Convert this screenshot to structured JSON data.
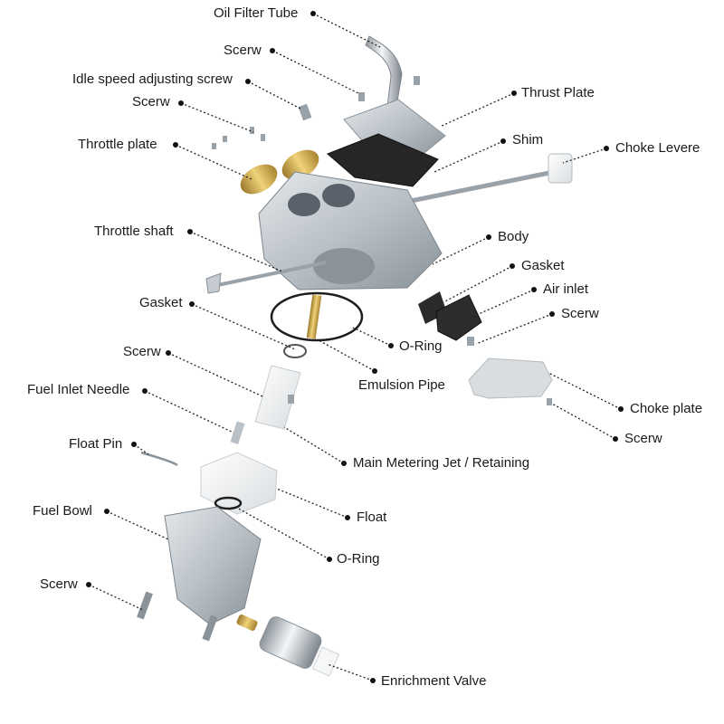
{
  "diagram": {
    "labels": {
      "oil_filter_tube": "Oil Filter Tube",
      "scerw_top": "Scerw",
      "idle_speed_screw": "Idle speed adjusting screw",
      "scerw_upper_left": "Scerw",
      "throttle_plate": "Throttle plate",
      "thrust_plate": "Thrust Plate",
      "shim": "Shim",
      "choke_levere": "Choke Levere",
      "throttle_shaft": "Throttle shaft",
      "body": "Body",
      "gasket_right": "Gasket",
      "air_inlet": "Air inlet",
      "scerw_right": "Scerw",
      "gasket_left": "Gasket",
      "o_ring_center": "O-Ring",
      "scerw_mid_left": "Scerw",
      "emulsion_pipe": "Emulsion Pipe",
      "fuel_inlet_needle": "Fuel Inlet Needle",
      "choke_plate": "Choke plate",
      "scerw_lower_right": "Scerw",
      "float_pin": "Float Pin",
      "main_metering_jet": "Main Metering Jet / Retaining",
      "fuel_bowl": "Fuel Bowl",
      "float": "Float",
      "o_ring_lower": "O-Ring",
      "scerw_bottom": "Scerw",
      "enrichment_valve": "Enrichment Valve"
    },
    "colors": {
      "leader": "#222222",
      "metal": "#b9c0c6",
      "metal_dark": "#7c858d",
      "brass": "#c9a24a",
      "black_part": "#2a2a2a",
      "white_part": "#f2f3f4"
    }
  }
}
